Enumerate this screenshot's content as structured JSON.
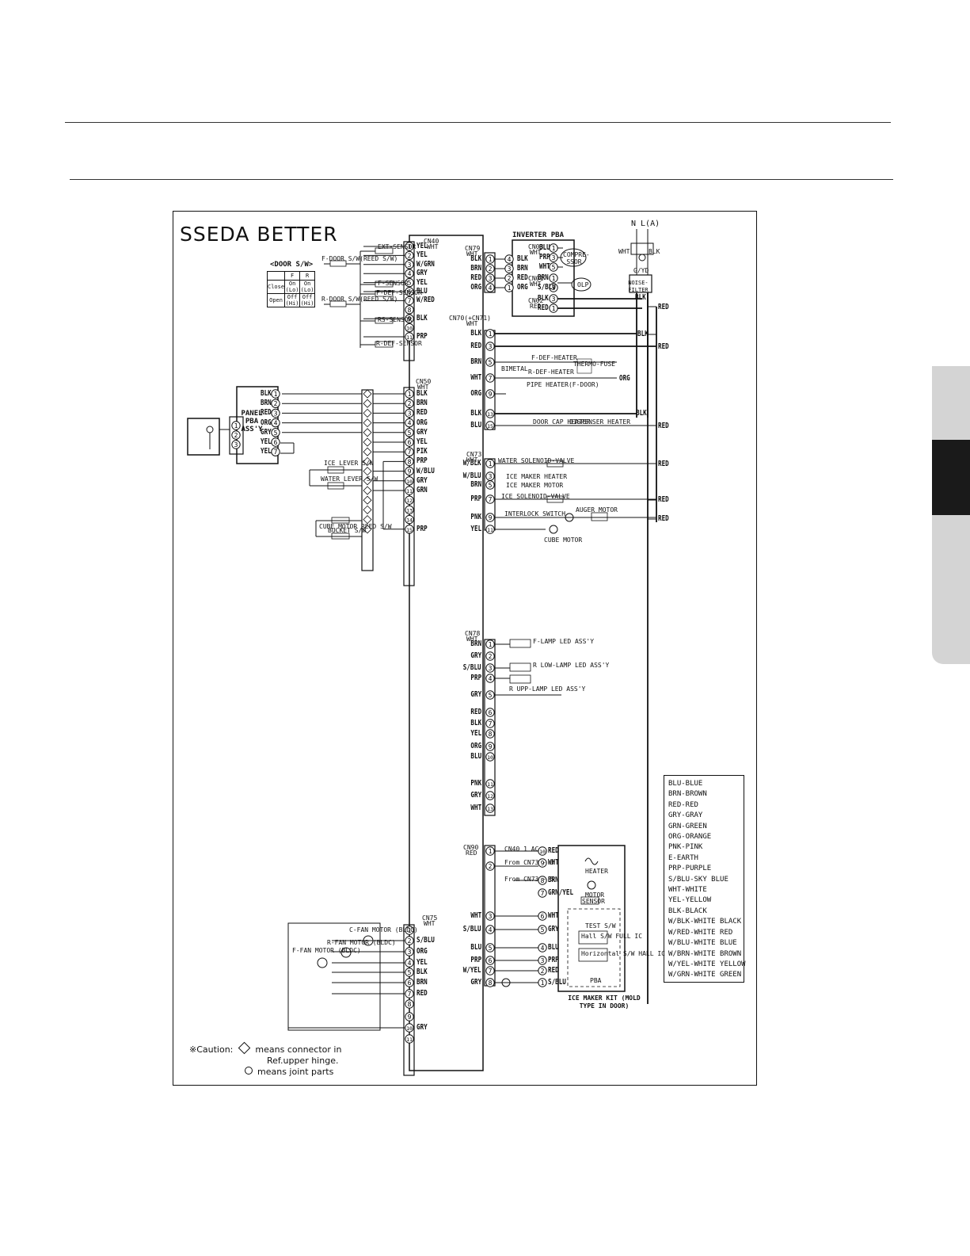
{
  "diagram": {
    "title": "SSEDA BETTER",
    "header_marks": {
      "neutral_line": "N L(A)",
      "wht": "WHT",
      "blk": "BLK"
    },
    "door_switch": {
      "title": "<DOOR S/W>",
      "cols": [
        "F",
        "R"
      ],
      "rows": [
        {
          "label": "Close",
          "f": "On (Lo)",
          "r": "On (Lo)"
        },
        {
          "label": "Open",
          "f": "Off (Hi)",
          "r": "Off (Hi)"
        }
      ]
    },
    "cn40": {
      "name": "CN40",
      "sub": "WHT",
      "pins": [
        {
          "n": "1",
          "c": "YEL"
        },
        {
          "n": "2",
          "c": "YEL"
        },
        {
          "n": "3",
          "c": "W/GRN"
        },
        {
          "n": "4",
          "c": "GRY"
        },
        {
          "n": "5",
          "c": "YEL"
        },
        {
          "n": "6",
          "c": "BLU"
        },
        {
          "n": "7",
          "c": "W/RED"
        },
        {
          "n": "8",
          "c": ""
        },
        {
          "n": "9",
          "c": "BLK"
        },
        {
          "n": "10",
          "c": ""
        },
        {
          "n": "11",
          "c": "PRP"
        }
      ],
      "parts": [
        "EXT-SENSOR",
        "F-DOOR S/W(REED S/W)",
        "F-SENSOR",
        "F-DEF-SENSOR",
        "R-DOOR S/W(REED S/W)",
        "RS-SENSOR",
        "R-DEF-SENSOR"
      ]
    },
    "cn50": {
      "name": "CN50",
      "sub": "WHT",
      "pins": [
        {
          "n": "1",
          "c": "BLK"
        },
        {
          "n": "2",
          "c": "BRN"
        },
        {
          "n": "3",
          "c": "RED"
        },
        {
          "n": "4",
          "c": "ORG"
        },
        {
          "n": "5",
          "c": "GRY"
        },
        {
          "n": "6",
          "c": "YEL"
        },
        {
          "n": "7",
          "c": "PIK"
        },
        {
          "n": "8",
          "c": "PRP"
        },
        {
          "n": "9",
          "c": "W/BLU"
        },
        {
          "n": "10",
          "c": "GRY"
        },
        {
          "n": "11",
          "c": "GRN"
        },
        {
          "n": "12",
          "c": ""
        },
        {
          "n": "13",
          "c": ""
        },
        {
          "n": "14",
          "c": ""
        },
        {
          "n": "15",
          "c": "PRP"
        }
      ],
      "parts": [
        "ICE LEVER S/W",
        "WATER LEVER S/W",
        "CUBE MOTOR REED S/W",
        "BUCKET S/W"
      ]
    },
    "panel_pba": {
      "name": "PANEL PBA ASS'Y",
      "pins": [
        {
          "n": "1",
          "c": "BLK"
        },
        {
          "n": "2",
          "c": "BRN"
        },
        {
          "n": "3",
          "c": "RED"
        },
        {
          "n": "4",
          "c": "ORG"
        },
        {
          "n": "5",
          "c": "GRY"
        },
        {
          "n": "6",
          "c": "YEL"
        },
        {
          "n": "7",
          "c": "YEL"
        }
      ],
      "aux_pins": [
        "1",
        "2",
        "3"
      ]
    },
    "cn79": {
      "name": "CN79",
      "sub": "WHT",
      "pins": [
        {
          "n": "1",
          "c": "BLK"
        },
        {
          "n": "2",
          "c": "BRN"
        },
        {
          "n": "3",
          "c": "RED"
        },
        {
          "n": "4",
          "c": "ORG"
        }
      ]
    },
    "inverter": {
      "name": "INVERTER PBA",
      "pins_left": [
        {
          "n": "4",
          "c": "BLK"
        },
        {
          "n": "3",
          "c": "BRN"
        },
        {
          "n": "2",
          "c": "RED"
        },
        {
          "n": "1",
          "c": "ORG"
        }
      ],
      "cn03": {
        "name": "CN03",
        "sub": "WHT",
        "pins": [
          {
            "n": "1",
            "c": "BLU"
          },
          {
            "n": "3",
            "c": "PRP"
          },
          {
            "n": "5",
            "c": "WHT"
          }
        ]
      },
      "cn01": {
        "name": "CN01",
        "sub": "WHT",
        "pins": [
          {
            "n": "1",
            "c": "BRN"
          },
          {
            "n": "3",
            "c": "S/BLU"
          }
        ]
      },
      "cn02": {
        "name": "CN02",
        "sub": "RED",
        "pins": [
          {
            "n": "3",
            "c": "BLK"
          },
          {
            "n": "1",
            "c": "RED"
          }
        ]
      },
      "compressor": "COMPRE-SSOR",
      "olp": "OLP"
    },
    "noise_filter": "NOISE-FILTER",
    "gnd": "G/YD",
    "cn70": {
      "name": "CN70(+CN71)",
      "sub": "WHT",
      "pins": [
        {
          "n": "1",
          "c": "BLK"
        },
        {
          "n": "3",
          "c": "RED"
        },
        {
          "n": "5",
          "c": "BRN"
        },
        {
          "n": "7",
          "c": "WHT"
        },
        {
          "n": "9",
          "c": "ORG"
        },
        {
          "n": "13",
          "c": "BLK"
        },
        {
          "n": "15",
          "c": "BLU"
        }
      ],
      "parts": [
        "F-DEF-HEATER",
        "R-DEF-HEATER",
        "PIPE HEATER(F-DOOR)",
        "THERMO-FUSE",
        "BIMETAL",
        "DOOR CAP HEATER",
        "DISPENSER HEATER"
      ]
    },
    "cn73": {
      "name": "CN73",
      "sub": "WHT",
      "pins": [
        {
          "n": "1",
          "c": "W/BLK"
        },
        {
          "n": "3",
          "c": "W/BLU"
        },
        {
          "n": "5",
          "c": "BRN"
        },
        {
          "n": "7",
          "c": "PRP"
        },
        {
          "n": "9",
          "c": "PNK"
        },
        {
          "n": "11",
          "c": "YEL"
        }
      ],
      "parts": [
        "WATER SOLENOID-VALVE",
        "ICE MAKER HEATER",
        "ICE MAKER MOTOR",
        "ICE SOLENOID-VALVE",
        "INTERLOCK SWITCH",
        "AUGER MOTOR",
        "CUBE MOTOR"
      ]
    },
    "rail_labels": [
      "RED",
      "BLK",
      "BLK",
      "RED",
      "RED",
      "BLK",
      "RED",
      "RED",
      "RED",
      "RED",
      "RED",
      "ORG"
    ],
    "cn78": {
      "name": "CN78",
      "sub": "WHT",
      "pins": [
        {
          "n": "1",
          "c": "BRN"
        },
        {
          "n": "2",
          "c": "GRY"
        },
        {
          "n": "3",
          "c": "S/BLU"
        },
        {
          "n": "4",
          "c": "PRP"
        },
        {
          "n": "5",
          "c": "GRY"
        },
        {
          "n": "6",
          "c": "RED"
        },
        {
          "n": "7",
          "c": "BLK"
        },
        {
          "n": "8",
          "c": "YEL"
        },
        {
          "n": "9",
          "c": "ORG"
        },
        {
          "n": "10",
          "c": "BLU"
        },
        {
          "n": "11",
          "c": "PNK"
        },
        {
          "n": "12",
          "c": "GRY"
        },
        {
          "n": "13",
          "c": "WHT"
        }
      ],
      "parts": [
        "F-LAMP LED ASS'Y",
        "R LOW-LAMP LED ASS'Y",
        "R UPP-LAMP LED ASS'Y"
      ]
    },
    "cn90": {
      "name": "CN90",
      "sub": "RED",
      "pins": [
        {
          "n": "1",
          "c": ""
        },
        {
          "n": "2",
          "c": ""
        },
        {
          "n": "3",
          "c": "WHT"
        },
        {
          "n": "4",
          "c": "S/BLU"
        },
        {
          "n": "5",
          "c": "BLU"
        },
        {
          "n": "6",
          "c": "PRP"
        },
        {
          "n": "7",
          "c": "W/YEL"
        },
        {
          "n": "8",
          "c": "GRY"
        }
      ]
    },
    "ice_maker_kit": {
      "name": "ICE MAKER KIT (MOLD TYPE IN DOOR)",
      "pins": [
        {
          "n": "10",
          "c": "RED"
        },
        {
          "n": "9",
          "c": "WHT"
        },
        {
          "n": "8",
          "c": "BRN"
        },
        {
          "n": "7",
          "c": "GRN/YEL"
        },
        {
          "n": "6",
          "c": "WHT"
        },
        {
          "n": "5",
          "c": "GRY"
        },
        {
          "n": "4",
          "c": "BLU"
        },
        {
          "n": "3",
          "c": "PRP"
        },
        {
          "n": "2",
          "c": "RED"
        },
        {
          "n": "1",
          "c": "S/BLU"
        }
      ],
      "parts": [
        "HEATER",
        "MOTOR",
        "SENSOR",
        "TEST S/W",
        "Hall S/W FULL IC",
        "Horizontal S/W HALL IC",
        "PBA"
      ],
      "inputs": [
        "CN40 1 AC",
        "From CN73 - 3",
        "From CN73 - 5"
      ]
    },
    "cn75": {
      "name": "CN75",
      "sub": "WHT",
      "pins": [
        {
          "n": "1",
          "c": ""
        },
        {
          "n": "2",
          "c": "S/BLU"
        },
        {
          "n": "3",
          "c": "ORG"
        },
        {
          "n": "4",
          "c": "YEL"
        },
        {
          "n": "5",
          "c": "BLK"
        },
        {
          "n": "6",
          "c": "BRN"
        },
        {
          "n": "7",
          "c": "RED"
        },
        {
          "n": "8",
          "c": ""
        },
        {
          "n": "9",
          "c": ""
        },
        {
          "n": "10",
          "c": "GRY"
        },
        {
          "n": "11",
          "c": ""
        }
      ],
      "parts": [
        "F-FAN MOTOR (BLDC)",
        "R-FAN MOTOR (BLDC)",
        "C-FAN MOTOR (BLDC)"
      ]
    },
    "legend": [
      "BLU-BLUE",
      "BRN-BROWN",
      "RED-RED",
      "GRY-GRAY",
      "GRN-GREEN",
      "ORG-ORANGE",
      "PNK-PINK",
      "E-EARTH",
      "PRP-PURPLE",
      "S/BLU-SKY BLUE",
      "WHT-WHITE",
      "YEL-YELLOW",
      "BLK-BLACK",
      "W/BLK-WHITE BLACK",
      "W/RED-WHITE RED",
      "W/BLU-WHITE BLUE",
      "W/BRN-WHITE BROWN",
      "W/YEL-WHITE YELLOW",
      "W/GRN-WHITE GREEN"
    ],
    "caution": {
      "prefix": "※Caution:",
      "line1": "means connector in",
      "line2": "Ref.upper hinge.",
      "line3": "means joint parts"
    }
  }
}
